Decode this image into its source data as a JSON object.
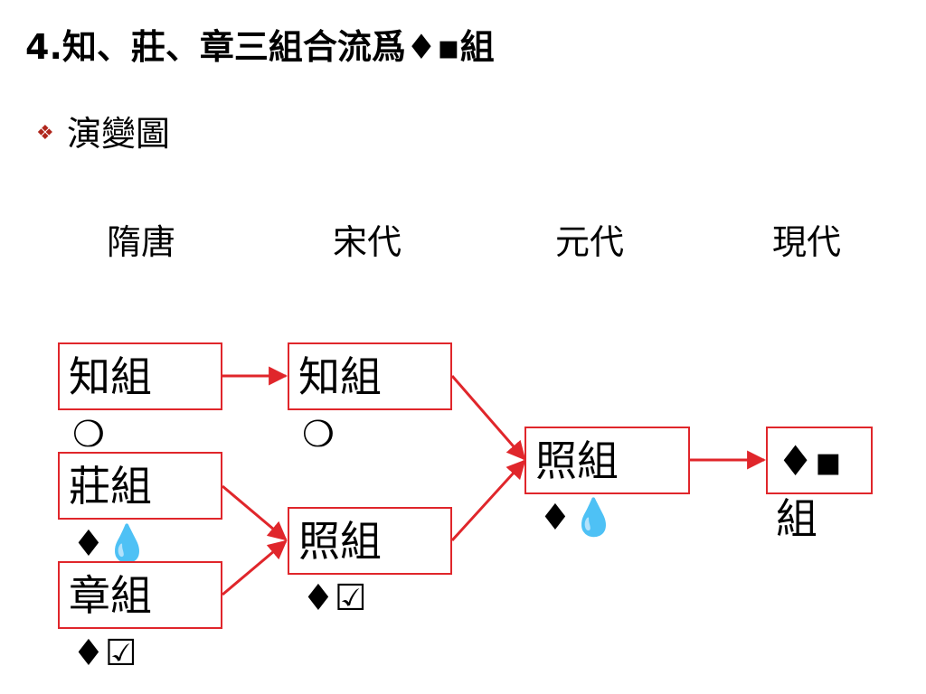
{
  "title": "4.知、莊、章三組合流爲♦▪組",
  "bullet": {
    "icon": "diamond-bullet-icon",
    "text": "演變圖"
  },
  "eras": [
    "隋唐",
    "宋代",
    "元代",
    "現代"
  ],
  "nodes": {
    "sui_zhi": {
      "label": "知組",
      "marks": "❍"
    },
    "sui_zhuang": {
      "label": "莊組",
      "marks": "♦💧"
    },
    "sui_zhang": {
      "label": "章組",
      "marks": "♦☑"
    },
    "song_zhi": {
      "label": "知組",
      "marks": "❍"
    },
    "song_zhao": {
      "label": "照組",
      "marks": "♦☑"
    },
    "yuan_zhao": {
      "label": "照組",
      "marks": "♦💧"
    },
    "modern": {
      "label": "♦▪",
      "sub": "組"
    }
  },
  "colors": {
    "accent": "#e0262b",
    "bullet": "#b0261c"
  }
}
